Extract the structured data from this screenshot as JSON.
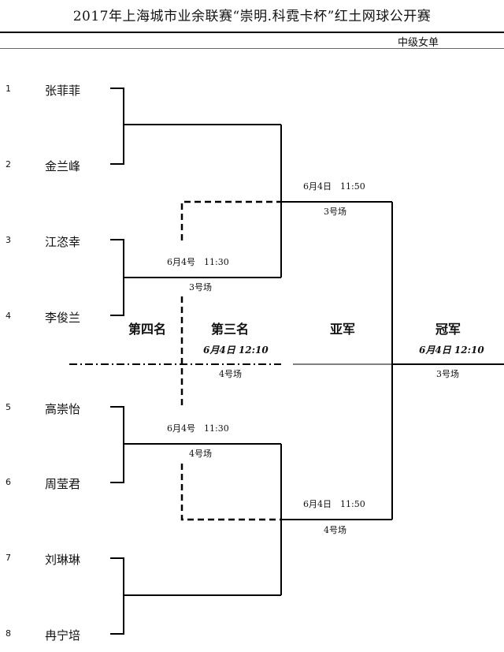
{
  "header": {
    "title": "2017年上海城市业余联赛“崇明.科霓卡杯”红土网球公开赛",
    "subtitle": "中级女单"
  },
  "players": [
    {
      "seed": "1",
      "name": "张菲菲"
    },
    {
      "seed": "2",
      "name": "金兰峰"
    },
    {
      "seed": "3",
      "name": "江恣幸"
    },
    {
      "seed": "4",
      "name": "李俊兰"
    },
    {
      "seed": "5",
      "name": "高崇怡"
    },
    {
      "seed": "6",
      "name": "周莹君"
    },
    {
      "seed": "7",
      "name": "刘琳琳"
    },
    {
      "seed": "8",
      "name": "冉宁培"
    }
  ],
  "matches": {
    "qf2": {
      "time": "6月4号　11:30",
      "court": "3号场"
    },
    "qf3": {
      "time": "6月4号　11:30",
      "court": "4号场"
    },
    "sf1": {
      "time": "6月4日　11:50",
      "court": "3号场"
    },
    "sf2": {
      "time": "6月4日　11:50",
      "court": "4号场"
    },
    "third": {
      "time": "6月4日 12:10",
      "court": "4号场"
    },
    "final": {
      "time": "6月4日 12:10",
      "court": "3号场"
    }
  },
  "places": {
    "fourth": "第四名",
    "third": "第三名",
    "runner_up": "亚军",
    "champion": "冠军"
  }
}
